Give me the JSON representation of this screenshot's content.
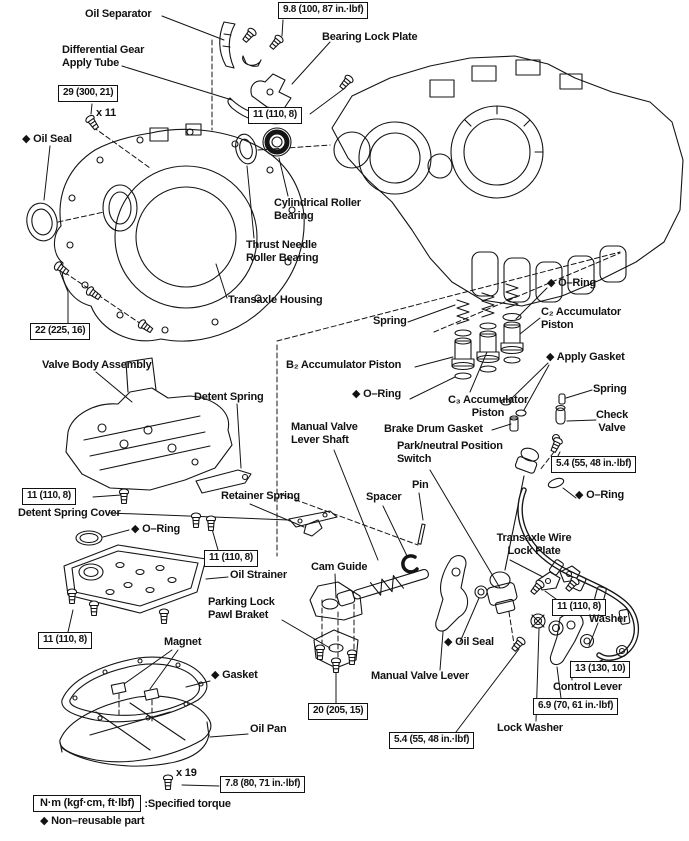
{
  "diagram": {
    "subject": "Automatic transaxle exploded parts diagram",
    "colors": {
      "ink": "#121212",
      "paper": "#ffffff"
    }
  },
  "torques": {
    "t9_8": "9.8 (100, 87 in.·lbf)",
    "t29": "29 (300, 21)",
    "t11": "11 (110, 8)",
    "t22": "22 (225, 16)",
    "t5_4": "5.4 (55, 48 in.·lbf)",
    "t20": "20 (205, 15)",
    "t13": "13 (130, 10)",
    "t6_9": "6.9 (70, 61 in.·lbf)",
    "t7_8": "7.8 (80, 71 in.·lbf)"
  },
  "counts": {
    "x11": "x 11",
    "x19": "x 19"
  },
  "labels": {
    "oil_separator": "Oil Separator",
    "bearing_lock_plate": "Bearing Lock Plate",
    "differential_gear_apply_tube": "Differential Gear Apply Tube",
    "oil_seal": "◆ Oil Seal",
    "cylindrical_roller_bearing": "Cylindrical Roller Bearing",
    "thrust_needle_roller_bearing": "Thrust Needle Roller Bearing",
    "transaxle_housing": "Transaxle Housing",
    "valve_body_assembly": "Valve Body Assembly",
    "detent_spring": "Detent Spring",
    "spring": "Spring",
    "o_ring": "◆ O–Ring",
    "c2_accumulator_piston": "C₂ Accumulator Piston",
    "b2_accumulator_piston": "B₂ Accumulator Piston",
    "apply_gasket": "◆ Apply Gasket",
    "c3_accumulator_piston": "C₃ Accumulator Piston",
    "check_valve": "Check Valve",
    "brake_drum_gasket": "Brake Drum Gasket",
    "manual_valve_lever_shaft": "Manual Valve Lever Shaft",
    "park_neutral_position_switch": "Park/neutral Position Switch",
    "pin": "Pin",
    "spacer": "Spacer",
    "retainer_spring": "Retainer Spring",
    "detent_spring_cover": "Detent Spring Cover",
    "oil_strainer": "Oil Strainer",
    "parking_lock_pawl_braket": "Parking Lock Pawl Braket",
    "magnet": "Magnet",
    "cam_guide": "Cam Guide",
    "manual_valve_lever": "Manual Valve Lever",
    "transaxle_wire_lock_plate": "Transaxle Wire Lock Plate",
    "washer": "Washer",
    "control_lever": "Control Lever",
    "lock_washer": "Lock Washer",
    "gasket": "◆ Gasket",
    "oil_pan": "Oil Pan"
  },
  "legend": {
    "units": "N·m (kgf·cm, ft·lbf)",
    "note": ":Specified torque",
    "nonreusable": "◆ Non–reusable part"
  }
}
